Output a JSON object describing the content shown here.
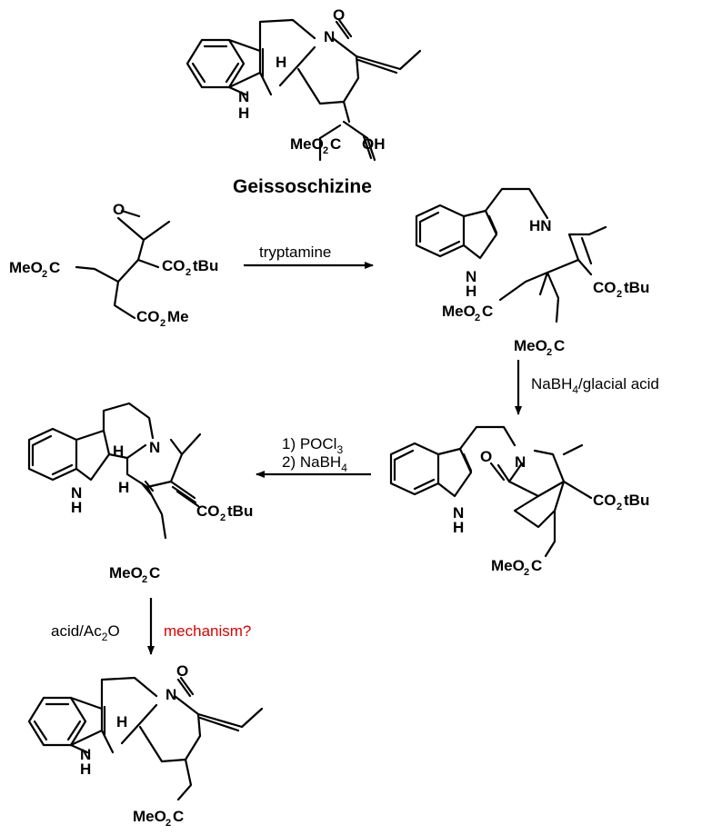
{
  "compound_name": "Geissoschizine",
  "atoms": {
    "O": "O",
    "N": "N",
    "H": "H",
    "HN": "HN",
    "OH": "OH",
    "MeO": "MeO",
    "CO": "CO",
    "tBu": "tBu",
    "Me": "Me",
    "C": "C",
    "sub2": "2"
  },
  "conditions": {
    "step1": "tryptamine",
    "step2_a": "NaBH",
    "step2_sub": "4",
    "step2_b": "/glacial acid",
    "step3_line1_a": "1) POCl",
    "step3_line1_sub": "3",
    "step3_line2_a": "2) NaBH",
    "step3_line2_sub": "4",
    "step4_a": "acid/Ac",
    "step4_sub": "2",
    "step4_b": "O",
    "question": "mechanism?"
  }
}
